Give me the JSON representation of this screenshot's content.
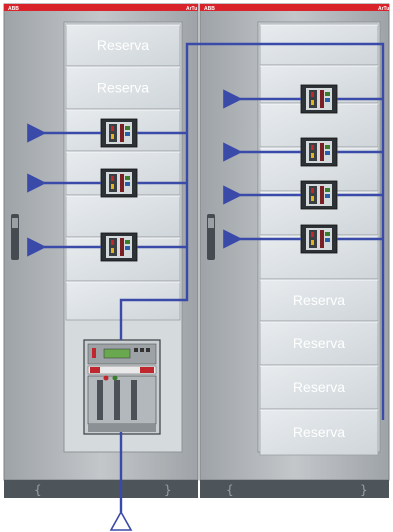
{
  "header": {
    "brand": "ABB",
    "model": "ArTu"
  },
  "panels": [
    {
      "name": "left-cabinet",
      "slots": [
        "Reserva",
        "Reserva",
        "",
        "",
        "",
        "",
        ""
      ]
    },
    {
      "name": "right-cabinet",
      "slots": [
        "",
        "",
        "",
        "",
        "",
        "",
        "Reserva",
        "Reserva",
        "Reserva",
        "Reserva"
      ]
    }
  ],
  "colors": {
    "cabinet": "#a9adb0",
    "cabinet_light": "#c8cccf",
    "door": "#dfe4e7",
    "busbar": "#3a4aa8",
    "header": "#d8232a",
    "base": "#555c62"
  },
  "icons": {
    "incoming": "triangle-supply-icon",
    "outgoing": "arrow-left-icon",
    "breaker": "molded-case-breaker-icon",
    "main_breaker": "air-circuit-breaker-icon",
    "handle": "door-handle-icon"
  }
}
